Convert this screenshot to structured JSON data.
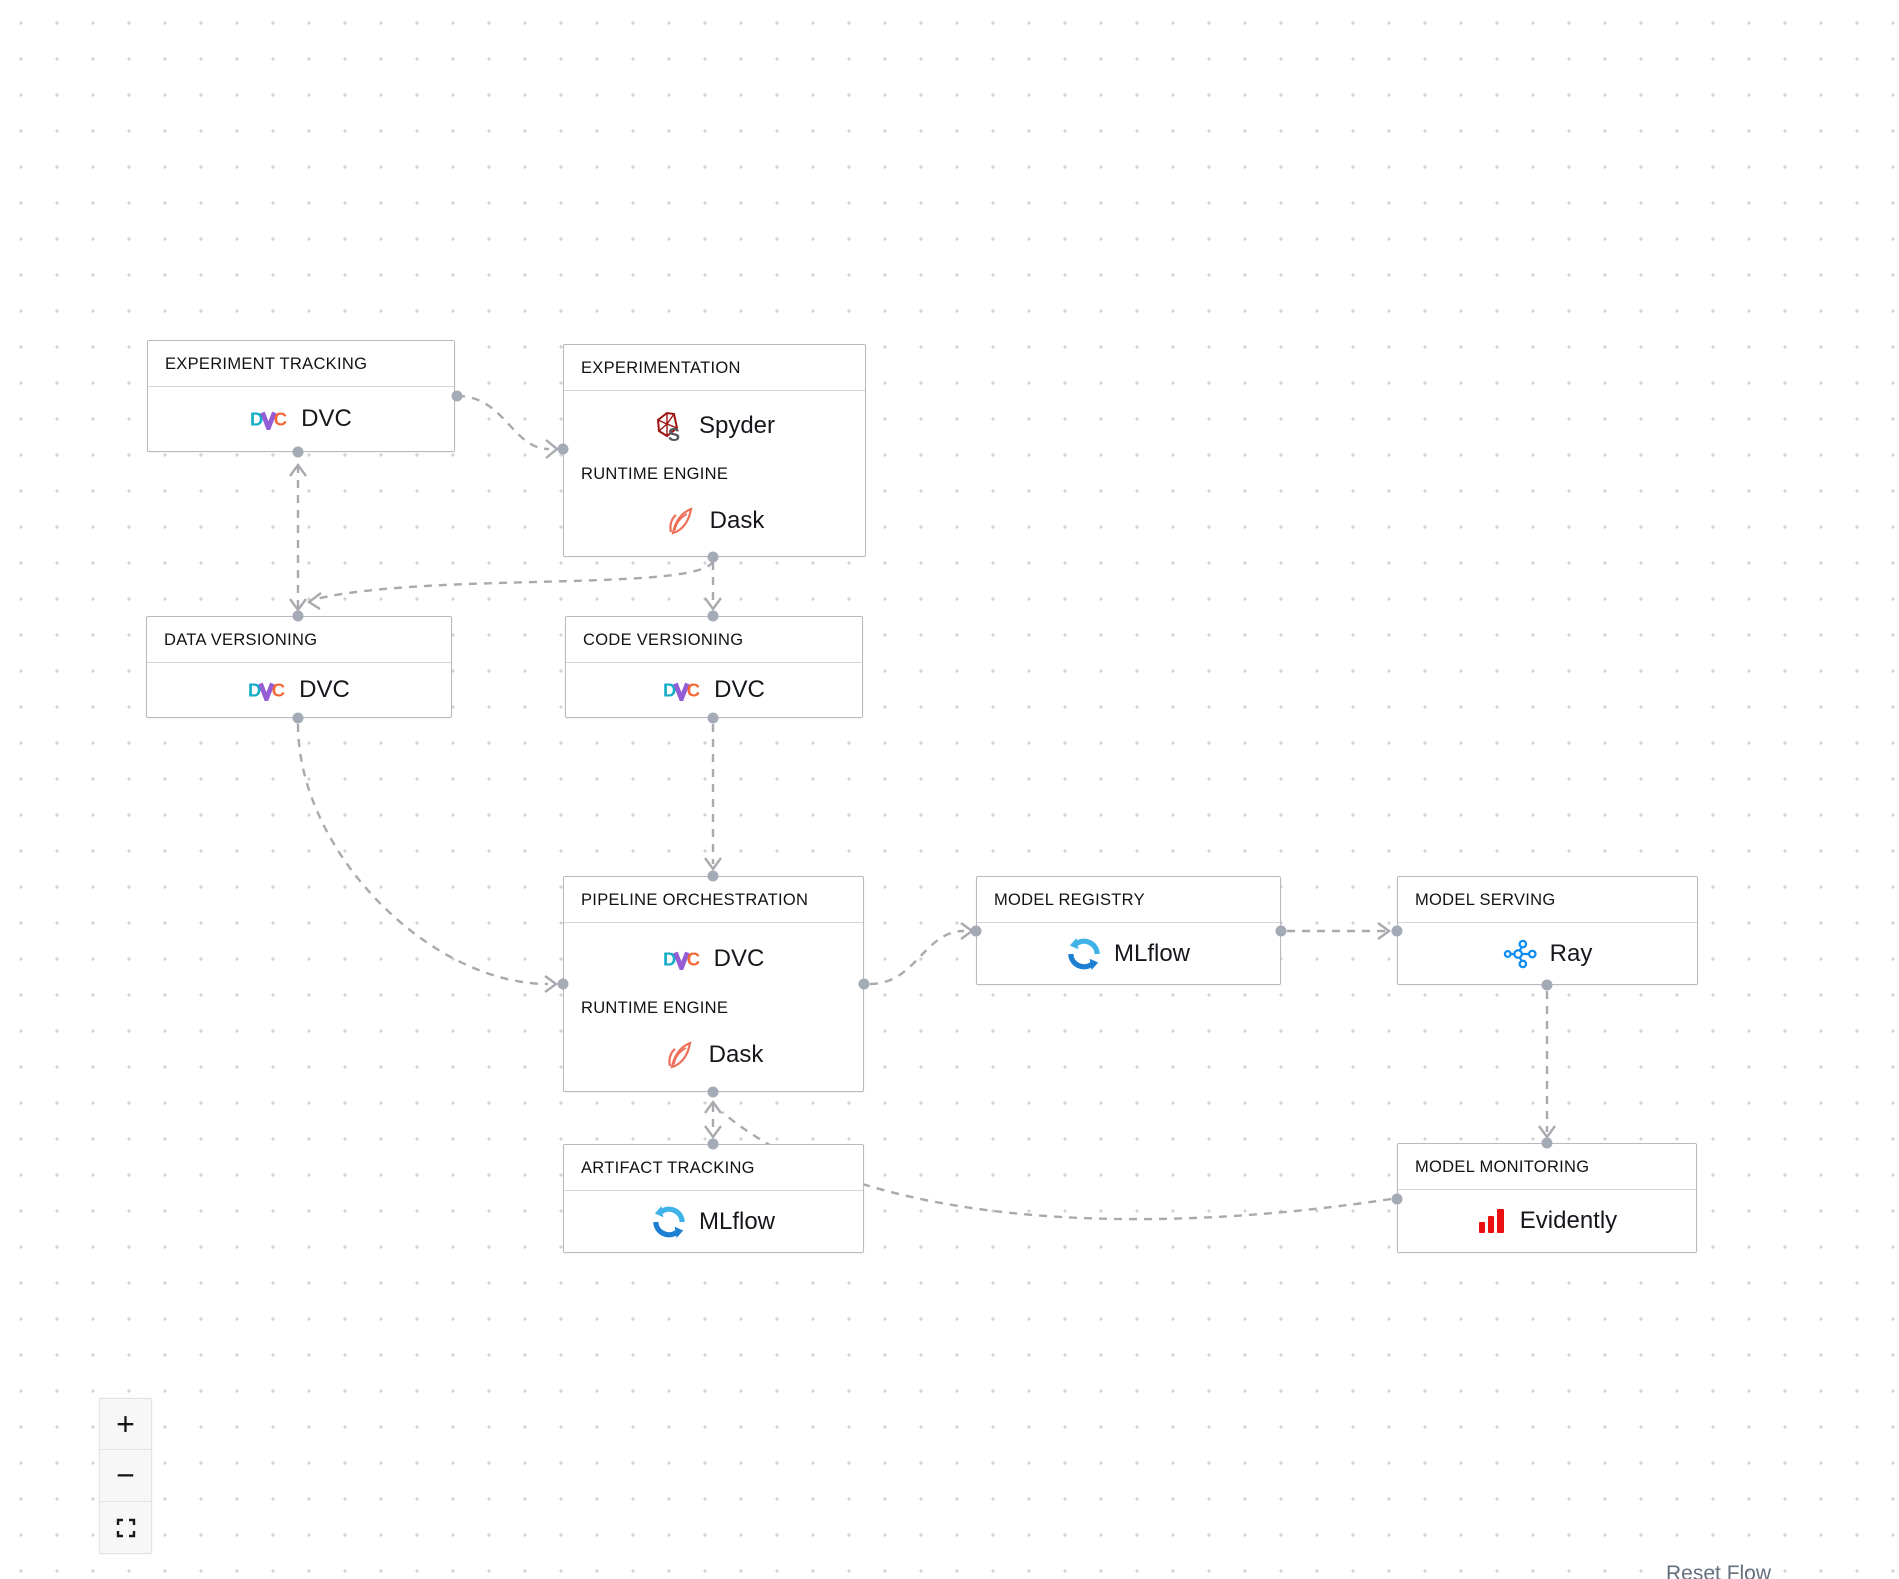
{
  "diagram": {
    "nodes": [
      {
        "id": "experiment-tracking",
        "category": "EXPERIMENT TRACKING",
        "tool": "DVC",
        "tool_icon": "dvc-icon"
      },
      {
        "id": "experimentation",
        "category": "EXPERIMENTATION",
        "tool": "Spyder",
        "tool_icon": "spyder-icon",
        "runtime_label": "RUNTIME ENGINE",
        "runtime_tool": "Dask",
        "runtime_icon": "dask-icon"
      },
      {
        "id": "data-versioning",
        "category": "DATA VERSIONING",
        "tool": "DVC",
        "tool_icon": "dvc-icon"
      },
      {
        "id": "code-versioning",
        "category": "CODE VERSIONING",
        "tool": "DVC",
        "tool_icon": "dvc-icon"
      },
      {
        "id": "pipeline-orchestration",
        "category": "PIPELINE ORCHESTRATION",
        "tool": "DVC",
        "tool_icon": "dvc-icon",
        "runtime_label": "RUNTIME ENGINE",
        "runtime_tool": "Dask",
        "runtime_icon": "dask-icon"
      },
      {
        "id": "model-registry",
        "category": "MODEL REGISTRY",
        "tool": "MLflow",
        "tool_icon": "mlflow-icon"
      },
      {
        "id": "model-serving",
        "category": "MODEL SERVING",
        "tool": "Ray",
        "tool_icon": "ray-icon"
      },
      {
        "id": "artifact-tracking",
        "category": "ARTIFACT TRACKING",
        "tool": "MLflow",
        "tool_icon": "mlflow-icon"
      },
      {
        "id": "model-monitoring",
        "category": "MODEL MONITORING",
        "tool": "Evidently",
        "tool_icon": "evidently-icon"
      }
    ],
    "edges": [
      {
        "from": "experiment-tracking",
        "to": "experimentation"
      },
      {
        "from": "data-versioning",
        "to": "experiment-tracking"
      },
      {
        "from": "experiment-tracking",
        "to": "data-versioning"
      },
      {
        "from": "experimentation",
        "to": "code-versioning"
      },
      {
        "from": "experimentation",
        "to": "data-versioning"
      },
      {
        "from": "code-versioning",
        "to": "pipeline-orchestration"
      },
      {
        "from": "data-versioning",
        "to": "pipeline-orchestration"
      },
      {
        "from": "pipeline-orchestration",
        "to": "model-registry"
      },
      {
        "from": "model-registry",
        "to": "model-serving"
      },
      {
        "from": "model-serving",
        "to": "model-monitoring"
      },
      {
        "from": "model-monitoring",
        "to": "pipeline-orchestration"
      },
      {
        "from": "pipeline-orchestration",
        "to": "artifact-tracking"
      },
      {
        "from": "artifact-tracking",
        "to": "pipeline-orchestration"
      }
    ],
    "style": {
      "edge_color": "#a9aaae",
      "node_border": "#b9b9bf",
      "handle_color": "#a4abb6",
      "grid_dot_color": "#d1d1d5",
      "background": "#ffffff"
    }
  },
  "brand_colors": {
    "dvc_d": "#13adc7",
    "dvc_v": "#945dd6",
    "dvc_c": "#f46837",
    "spyder_red": "#9e1212",
    "spyder_gray": "#53575c",
    "dask": "#ee6f58",
    "mlflow_light": "#3fb3e8",
    "mlflow_dark": "#1c7fd2",
    "ray": "#0f8df2",
    "evidently": "#ea1010"
  },
  "controls": {
    "zoom_in": "+",
    "zoom_out": "−"
  },
  "reset_button": {
    "label": "Reset Flow"
  }
}
